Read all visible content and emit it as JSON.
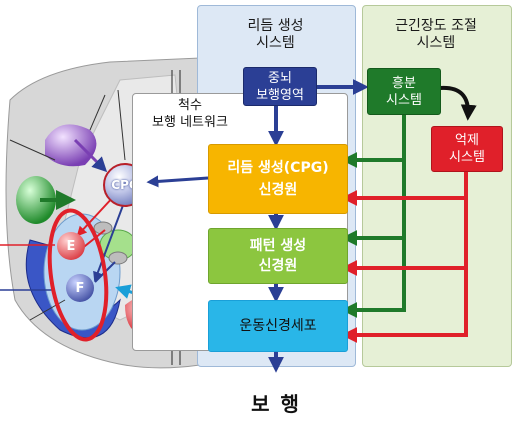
{
  "panels": {
    "rhythm_system": {
      "line1": "리듬 생성",
      "line2": "시스템"
    },
    "tone_system": {
      "line1": "근긴장도 조절",
      "line2": "시스템"
    }
  },
  "spinal_network": {
    "line1": "척수",
    "line2": "보행 네트워크"
  },
  "boxes": {
    "central_locomotor": {
      "line1": "중뇌",
      "line2": "보행영역"
    },
    "cpg": {
      "line1": "리듬 생성(CPG)",
      "line2": "신경원"
    },
    "pattern": {
      "line1": "패턴 생성",
      "line2": "신경원"
    },
    "motor": {
      "label": "운동신경세포"
    },
    "excitation": {
      "line1": "흥분",
      "line2": "시스템"
    },
    "inhibition": {
      "line1": "억제",
      "line2": "시스템"
    }
  },
  "spinal_nodes": {
    "cpg": "CPG",
    "e": "E",
    "f": "F"
  },
  "output": "보 행",
  "colors": {
    "navy": "#2b3f95",
    "green": "#1f7a2a",
    "red": "#e0202a",
    "orange": "#f7b500",
    "lime": "#8cc63f",
    "cyan": "#29b6e8",
    "blue_panel": "#dde8f5",
    "green_panel": "#e6f0d6"
  }
}
